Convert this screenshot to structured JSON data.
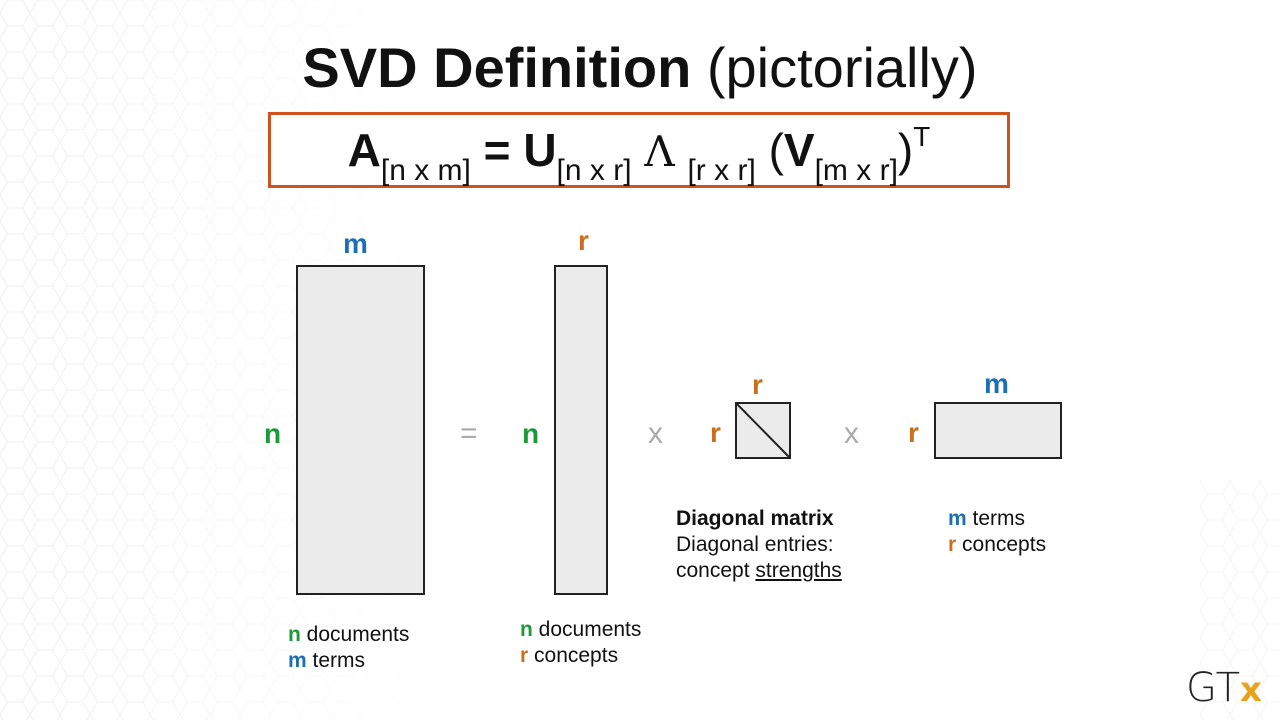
{
  "slide": {
    "title_bold": "SVD Definition",
    "title_rest": "(pictorially)"
  },
  "formula": {
    "A": "A",
    "A_sub": "[n x m]",
    "eq": "=",
    "U": "U",
    "U_sub": "[n x r]",
    "lambda": "Λ",
    "lambda_sub": "[r x r]",
    "open_paren": "(",
    "V": "V",
    "V_sub": "[m x r]",
    "close_paren": ")",
    "transpose": "T"
  },
  "diagram": {
    "A_top_label": "m",
    "A_side_label": "n",
    "equals": "=",
    "U_top_label": "r",
    "U_side_label": "n",
    "times1": "x",
    "S_top_label": "r",
    "S_side_label": "r",
    "times2": "x",
    "V_top_label": "m",
    "V_side_label": "r"
  },
  "captions": {
    "A": {
      "line1_var": "n",
      "line1_text": " documents",
      "line2_var": "m",
      "line2_text": " terms"
    },
    "U": {
      "line1_var": "n",
      "line1_text": " documents",
      "line2_var": "r",
      "line2_text": " concepts"
    },
    "S": {
      "heading": "Diagonal matrix",
      "line2": "Diagonal entries:",
      "line3_plain": "concept ",
      "line3_underlined": "strengths"
    },
    "V": {
      "line1_var": "m",
      "line1_text": " terms",
      "line2_var": "r",
      "line2_text": " concepts"
    }
  },
  "logo": {
    "text": "GT",
    "accent": "x"
  },
  "colors": {
    "n_var": "#1a9a3a",
    "m_var": "#1e6eb4",
    "r_var": "#c8701e",
    "formula_border": "#d2521e",
    "logo_accent": "#e8a21c"
  }
}
